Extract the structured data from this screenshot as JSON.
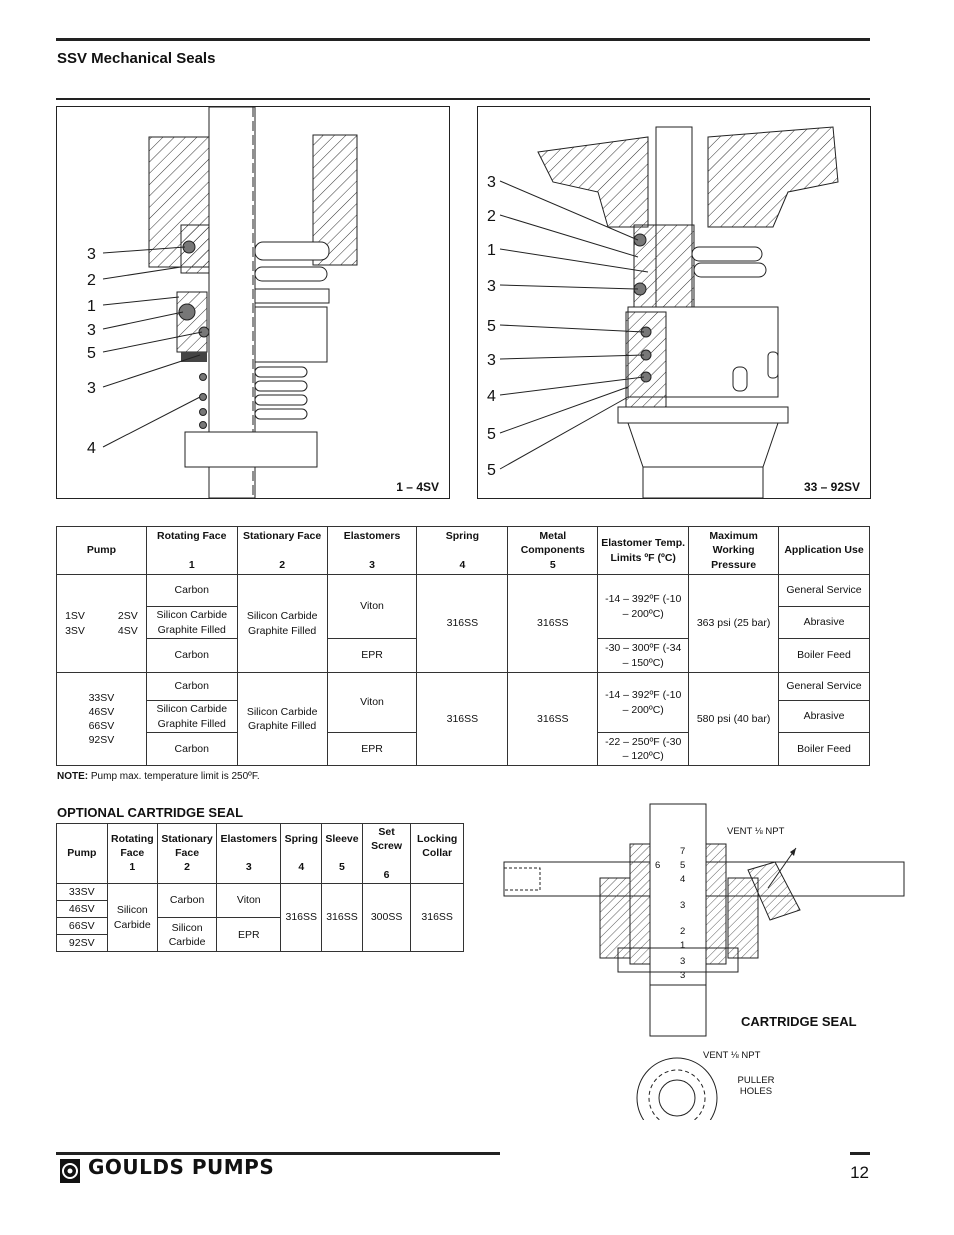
{
  "header": {
    "title": "SSV Mechanical Seals"
  },
  "figures": {
    "left": {
      "caption": "1 – 4SV",
      "callouts": [
        "3",
        "2",
        "1",
        "3",
        "5",
        "3",
        "4"
      ]
    },
    "right": {
      "caption": "33 – 92SV",
      "callouts": [
        "3",
        "2",
        "1",
        "3",
        "5",
        "3",
        "4",
        "5",
        "5"
      ]
    }
  },
  "main_table": {
    "headers": [
      {
        "label": "Pump",
        "num": ""
      },
      {
        "label": "Rotating Face",
        "num": "1"
      },
      {
        "label": "Stationary Face",
        "num": "2"
      },
      {
        "label": "Elastomers",
        "num": "3"
      },
      {
        "label": "Spring",
        "num": "4"
      },
      {
        "label": "Metal Components",
        "num": "5"
      },
      {
        "label": "Elastomer Temp. Limits ºF (ºC)",
        "num": ""
      },
      {
        "label": "Maximum Working Pressure",
        "num": ""
      },
      {
        "label": "Application Use",
        "num": ""
      }
    ],
    "group1": {
      "pumps": "1SV 2SV 3SV 4SV",
      "rotating": [
        "Carbon",
        "Silicon Carbide Graphite Filled",
        "Carbon"
      ],
      "stationary": "Silicon Carbide Graphite Filled",
      "elastomers": [
        "Viton",
        "EPR"
      ],
      "spring": "316SS",
      "metal": "316SS",
      "temps": [
        "-14 – 392ºF (-10 – 200ºC)",
        "-30 – 300ºF (-34 – 150ºC)"
      ],
      "pressure": "363 psi (25 bar)",
      "uses": [
        "General Service",
        "Abrasive",
        "Boiler Feed"
      ]
    },
    "group2": {
      "pumps": "33SV 46SV 66SV 92SV",
      "rotating": [
        "Carbon",
        "Silicon Carbide Graphite Filled",
        "Carbon"
      ],
      "stationary": "Silicon Carbide Graphite Filled",
      "elastomers": [
        "Viton",
        "EPR"
      ],
      "spring": "316SS",
      "metal": "316SS",
      "temps": [
        "-14 – 392ºF (-10 – 200ºC)",
        "-22 – 250ºF (-30 – 120ºC)"
      ],
      "pressure": "580 psi (40 bar)",
      "uses": [
        "General Service",
        "Abrasive",
        "Boiler Feed"
      ]
    }
  },
  "note": {
    "label": "NOTE:",
    "text": "Pump max. temperature limit is 250ºF."
  },
  "cartridge_table": {
    "title": "OPTIONAL CARTRIDGE SEAL",
    "headers": [
      {
        "label": "Pump",
        "num": ""
      },
      {
        "label": "Rotating Face",
        "num": "1"
      },
      {
        "label": "Stationary Face",
        "num": "2"
      },
      {
        "label": "Elastomers",
        "num": "3"
      },
      {
        "label": "Spring",
        "num": "4"
      },
      {
        "label": "Sleeve",
        "num": "5"
      },
      {
        "label": "Set Screw",
        "num": "6"
      },
      {
        "label": "Locking Collar",
        "num": ""
      }
    ],
    "pumps": [
      "33SV",
      "46SV",
      "66SV",
      "92SV"
    ],
    "rotating": "Silicon Carbide",
    "stationary": [
      "Carbon",
      "Silicon Carbide"
    ],
    "elastomers": [
      "Viton",
      "EPR"
    ],
    "spring": "316SS",
    "sleeve": "316SS",
    "set_screw": "300SS",
    "collar": "316SS"
  },
  "cartridge_figure": {
    "label": "CARTRIDGE SEAL",
    "vent1": "VENT ⅛ NPT",
    "vent2": "VENT ⅛ NPT",
    "puller": "PULLER HOLES",
    "callouts": [
      "7",
      "5",
      "4",
      "3",
      "2",
      "1",
      "3",
      "3",
      "6"
    ]
  },
  "footer": {
    "brand": "GOULDS PUMPS",
    "page": "12"
  }
}
